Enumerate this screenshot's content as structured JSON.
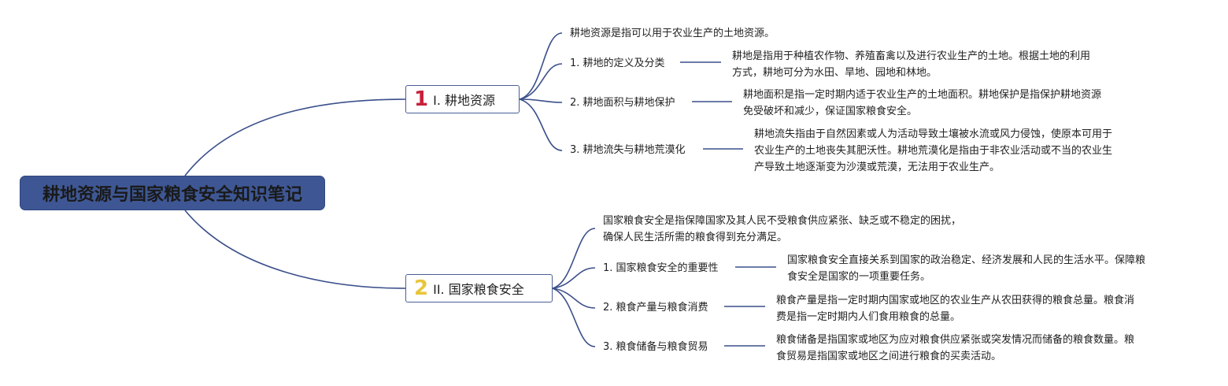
{
  "root": {
    "title": "耕地资源与国家粮食安全知识笔记"
  },
  "branches": [
    {
      "number": "1",
      "title": "I. 耕地资源",
      "intro": "耕地资源是指可以用于农业生产的土地资源。",
      "items": [
        {
          "label": "1. 耕地的定义及分类",
          "lines": [
            "耕地是指用于种植农作物、养殖畜禽以及进行农业生产的土地。根据土地的利用",
            "方式，耕地可分为水田、旱地、园地和林地。"
          ]
        },
        {
          "label": "2. 耕地面积与耕地保护",
          "lines": [
            "耕地面积是指一定时期内适于农业生产的土地面积。耕地保护是指保护耕地资源",
            "免受破坏和减少，保证国家粮食安全。"
          ]
        },
        {
          "label": "3. 耕地流失与耕地荒漠化",
          "lines": [
            "耕地流失指由于自然因素或人为活动导致土壤被水流或风力侵蚀，使原本可用于",
            "农业生产的土地丧失其肥沃性。耕地荒漠化是指由于非农业活动或不当的农业生",
            "产导致土地逐渐变为沙漠或荒漠，无法用于农业生产。"
          ]
        }
      ]
    },
    {
      "number": "2",
      "title": "II. 国家粮食安全",
      "intro_lines": [
        "国家粮食安全是指保障国家及其人民不受粮食供应紧张、缺乏或不稳定的困扰，",
        "确保人民生活所需的粮食得到充分满足。"
      ],
      "items": [
        {
          "label": "1. 国家粮食安全的重要性",
          "lines": [
            "国家粮食安全直接关系到国家的政治稳定、经济发展和人民的生活水平。保障粮",
            "食安全是国家的一项重要任务。"
          ]
        },
        {
          "label": "2. 粮食产量与粮食消费",
          "lines": [
            "粮食产量是指一定时期内国家或地区的农业生产从农田获得的粮食总量。粮食消",
            "费是指一定时期内人们食用粮食的总量。"
          ]
        },
        {
          "label": "3. 粮食储备与粮食贸易",
          "lines": [
            "粮食储备是指国家或地区为应对粮食供应紧张或突发情况而储备的粮食数量。粮",
            "食贸易是指国家或地区之间进行粮食的买卖活动。"
          ]
        }
      ]
    }
  ],
  "colors": {
    "root_bg": "#3e5794",
    "line": "#3b4f8a",
    "accent_1": "#c8203a",
    "accent_2": "#e8c63c"
  }
}
